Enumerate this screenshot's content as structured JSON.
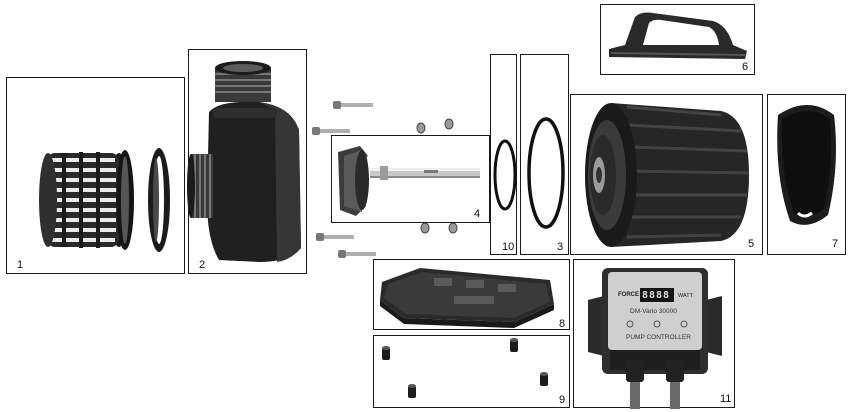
{
  "parts": {
    "p1": {
      "number": "1",
      "name": "Intake strainer cage"
    },
    "p2": {
      "number": "2",
      "name": "Pump housing / volute"
    },
    "p3": {
      "number": "3",
      "name": "Large O-ring"
    },
    "p4": {
      "number": "4",
      "name": "Impeller and shaft"
    },
    "p5": {
      "number": "5",
      "name": "Motor"
    },
    "p6": {
      "number": "6",
      "name": "Carry handle"
    },
    "p7": {
      "number": "7",
      "name": "Motor end cap"
    },
    "p8": {
      "number": "8",
      "name": "Base plate"
    },
    "p9": {
      "number": "9",
      "name": "Rubber feet"
    },
    "p10": {
      "number": "10",
      "name": "Small O-ring"
    },
    "p11": {
      "number": "11",
      "name": "Pump controller"
    }
  },
  "controller": {
    "brand": "FORCE",
    "display": "8888",
    "unit": "WATT",
    "model": "DM-Vario 30000",
    "label": "PUMP CONTROLLER"
  }
}
